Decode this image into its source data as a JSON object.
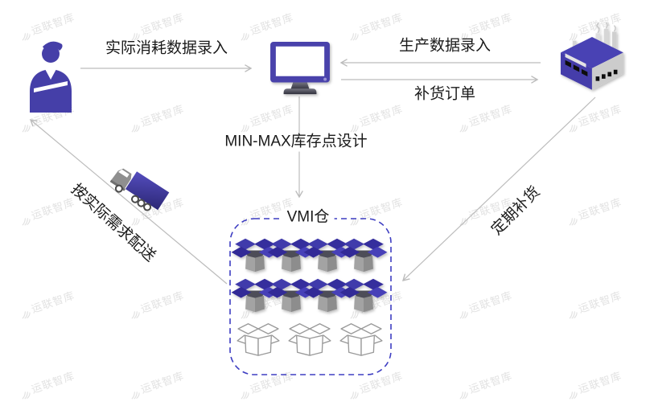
{
  "watermark": {
    "text": "运联智库"
  },
  "diagram": {
    "labels": {
      "consumption_input": "实际消耗数据录入",
      "production_input": "生产数据录入",
      "replenishment_order": "补货订单",
      "minmax_design": "MIN-MAX库存点设计",
      "vmi_warehouse": "VMI仓",
      "demand_delivery": "按实际需求配送",
      "periodic_replenishment": "定期补货"
    },
    "icons": {
      "person": "person-icon",
      "computer": "computer-icon",
      "factory": "factory-icon",
      "truck": "truck-icon",
      "filled_box": "filled-open-box-icon",
      "outline_box": "outline-open-box-icon",
      "brand": "brand-logo-icon"
    },
    "vmi_box_rows": [
      {
        "style": "filled",
        "count": 4
      },
      {
        "style": "filled",
        "count": 4
      },
      {
        "style": "outline",
        "count": 3
      }
    ],
    "colors": {
      "accent_purple": "#453CA8",
      "arrow_gray": "#bcbcbc",
      "dashed_border_blue": "#3E3EC2",
      "label_text": "#1a1a1a",
      "watermark_gray": "#e2e2e2",
      "box_gray": "#909090"
    }
  }
}
